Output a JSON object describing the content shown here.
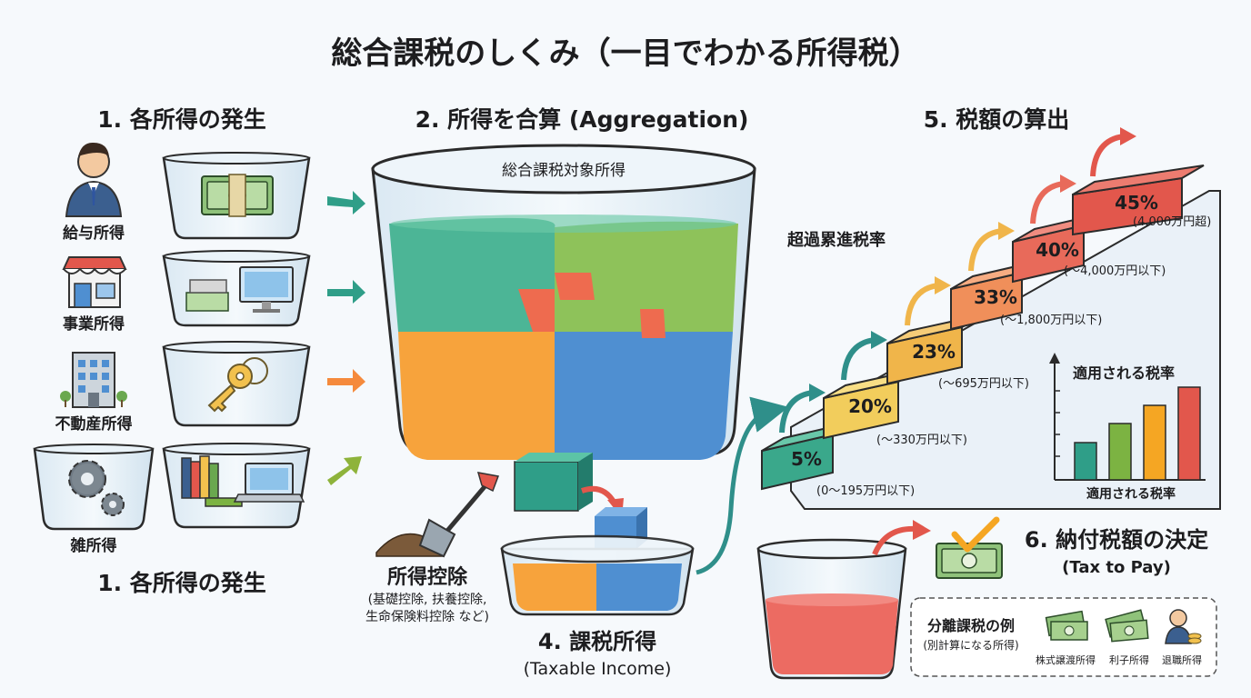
{
  "title": "総合課税のしくみ（一目でわかる所得税）",
  "step1": {
    "heading": "1. 各所得の発生",
    "heading_bottom": "1. 各所得の発生",
    "income_types": [
      {
        "label": "給与所得",
        "icon": "businessman-icon",
        "content_icon": "cash-bundle-icon"
      },
      {
        "label": "事業所得",
        "icon": "shop-icon",
        "content_icon": "computer-cash-icon"
      },
      {
        "label": "不動産所得",
        "icon": "building-icon",
        "content_icon": "key-icon"
      },
      {
        "label": "雑所得",
        "icon": "gears-icon",
        "content_icon": "books-laptop-icon"
      }
    ]
  },
  "step2": {
    "heading": "2. 所得を合算 (Aggregation)",
    "container_label": "総合課税対象所得"
  },
  "deduction": {
    "title": "所得控除",
    "detail_line1": "(基礎控除, 扶養控除,",
    "detail_line2": "生命保険料控除 など)"
  },
  "step4": {
    "heading": "4. 課税所得",
    "subheading": "(Taxable Income)"
  },
  "step5": {
    "heading": "5. 税額の算出",
    "label": "超過累進税率",
    "brackets": [
      {
        "rate": "5%",
        "range": "(0〜195万円以下)"
      },
      {
        "rate": "20%",
        "range": "(〜330万円以下)"
      },
      {
        "rate": "23%",
        "range": "(〜695万円以下)"
      },
      {
        "rate": "33%",
        "range": "(〜1,800万円以下)"
      },
      {
        "rate": "40%",
        "range": "(〜4,000万円以下)"
      },
      {
        "rate": "45%",
        "range": "(4,000万円超)"
      }
    ],
    "mini_chart": {
      "title": "適用される税率",
      "xlabel": "適用される税率",
      "bar_colors": [
        "#2f9e88",
        "#7cb342",
        "#f5a623",
        "#e2574c"
      ]
    }
  },
  "step6": {
    "heading": "6. 納付税額の決定",
    "subheading": "(Tax to Pay)"
  },
  "separate": {
    "title": "分離課税の例",
    "subtitle": "(別計算になる所得)",
    "items": [
      "株式譲渡所得",
      "利子所得",
      "退職所得"
    ]
  },
  "colors": {
    "green": "#4cb596",
    "lime": "#8ec25a",
    "orange": "#f7a33c",
    "blue": "#4f8fd1",
    "red": "#e2574c",
    "teal": "#2f8f8a"
  }
}
